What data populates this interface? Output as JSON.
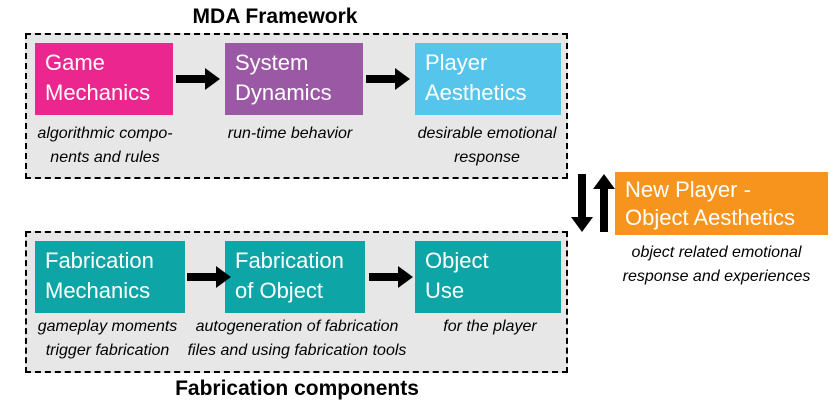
{
  "colors": {
    "game_mechanics_pink": "#EC268F",
    "system_dynamics_purple": "#9B59A5",
    "player_aesthetics_blue": "#56C5EC",
    "fabrication_teal": "#0DA5A5",
    "new_player_orange": "#F7941D",
    "panel_gray": "#E7E7E7",
    "arrow_black": "#000000"
  },
  "mda": {
    "title": "MDA Framework",
    "boxes": [
      {
        "label": "Game\nMechanics",
        "caption": "algorithmic compo-\nnents and rules"
      },
      {
        "label": "System\nDynamics",
        "caption": "run-time behavior"
      },
      {
        "label": "Player\nAesthetics",
        "caption": "desirable emotional\nresponse"
      }
    ]
  },
  "fabrication": {
    "title": "Fabrication components",
    "boxes": [
      {
        "label": "Fabrication\nMechanics",
        "caption": "gameplay moments\ntrigger fabrication"
      },
      {
        "label": "Fabrication\nof Object",
        "caption": "autogeneration of fabrication\nfiles and using fabrication tools"
      },
      {
        "label": "Object\nUse",
        "caption": "for the player"
      }
    ]
  },
  "aesthetics": {
    "label": "New Player -\nObject Aesthetics",
    "caption": "object related emotional\nresponse and experiences"
  }
}
